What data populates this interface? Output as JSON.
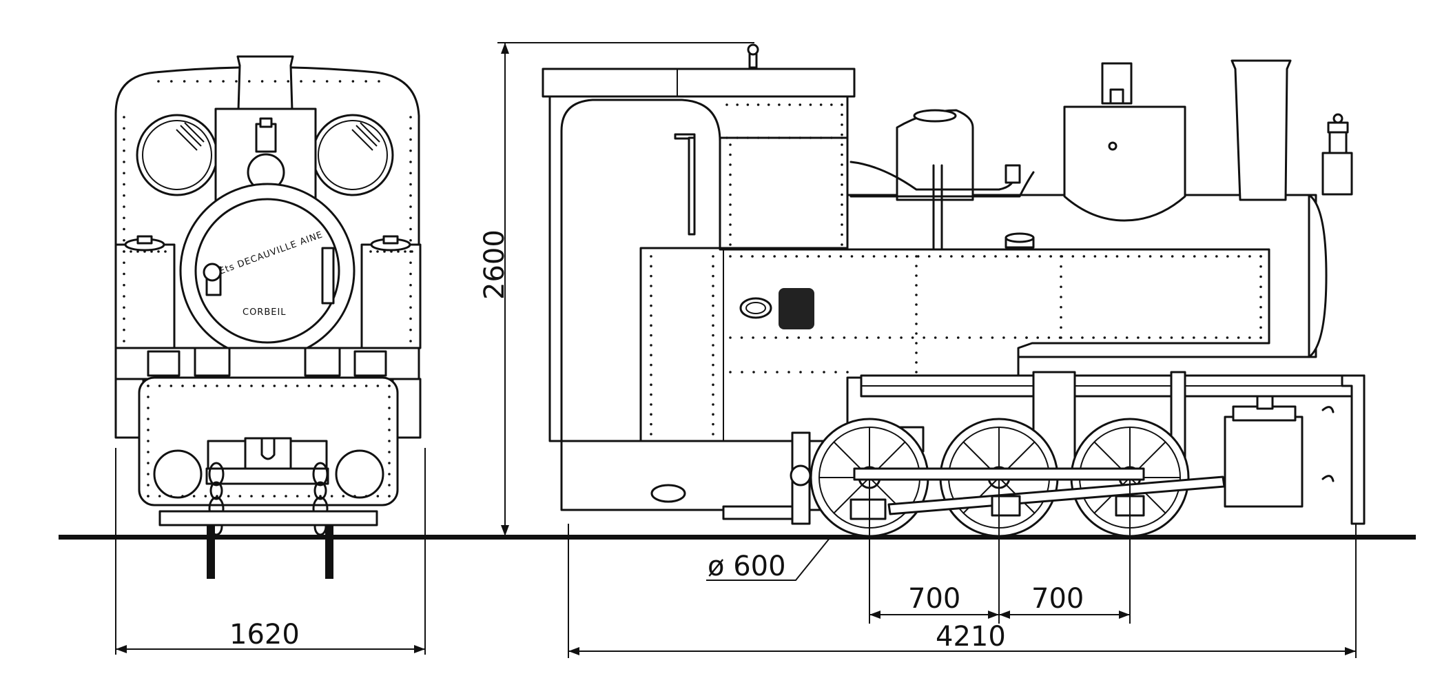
{
  "dimensions": {
    "height": "2600",
    "width": "1620",
    "length": "4210",
    "wheelbase_1": "700",
    "wheelbase_2": "700",
    "wheel_diameter": "ø 600"
  },
  "smokebox_plate": {
    "line1": "Ets DECAUVILLE AINE",
    "line2": "CORBEIL"
  }
}
